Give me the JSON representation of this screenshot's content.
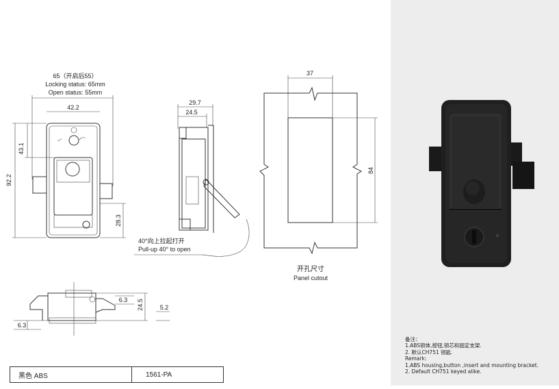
{
  "front_view": {
    "overall_width_label": "65（开启后55）",
    "locking_status": "Locking status: 65mm",
    "open_status": "Open status: 55mm",
    "body_width": "42.2",
    "height_total": "92.2",
    "height_upper": "43.1",
    "height_lower": "28.3"
  },
  "side_view": {
    "depth_total": "29.7",
    "depth_body": "24.5",
    "pull_up_cn": "40°向上拉起打开",
    "pull_up_en": "Pull-up 40° to open"
  },
  "cutout_view": {
    "width": "37",
    "height": "84",
    "caption_cn": "开孔尺寸",
    "caption_en": "Panel cutout"
  },
  "bottom_view": {
    "dim_a": "6.3",
    "dim_b": "24.5",
    "dim_c": "5.2",
    "dim_d": "6.3"
  },
  "remarks": {
    "heading_cn": "备注：",
    "line1_cn": "1.ABS锁体,按钮,锁芯和固定支架.",
    "line2_cn": "2. 默认CH751 钥匙.",
    "heading_en": "Remark:",
    "line1_en": "1.ABS housing,button ,insert and mounting bracket.",
    "line2_en": "2. Default CH751 keyed alike."
  },
  "spec_table": {
    "material": "黑色 ABS",
    "model": "1561-PA"
  },
  "colors": {
    "panel_bg": "#ededed",
    "lock_body": "#1f1f1f",
    "lock_face": "#2b2b2b"
  }
}
